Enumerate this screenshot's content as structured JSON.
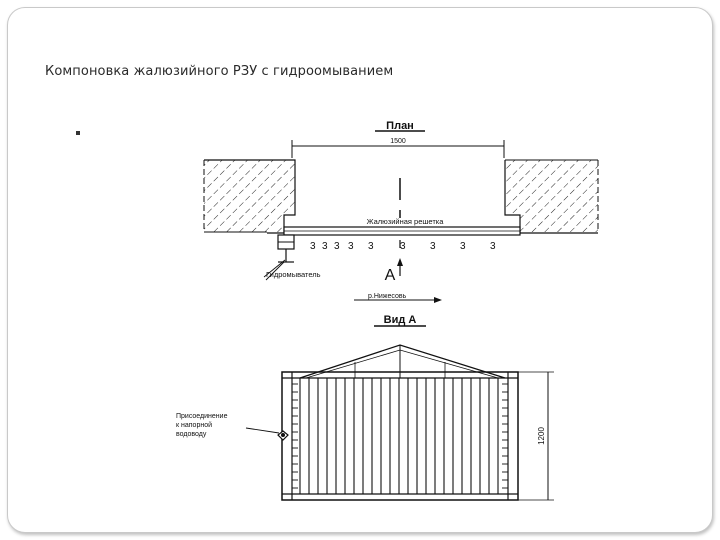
{
  "slide": {
    "title": "Компоновка жалюзийного РЗУ с гидроомыванием",
    "bullet_text": ""
  },
  "diagram": {
    "plan_title": "План",
    "width_dim": "1500",
    "grate_label": "Жалюзийная решетка",
    "washer_label": "Гидромыватель",
    "section_mark": "А",
    "river_label": "р.Нижесовь",
    "view_title": "Вид А",
    "connection_label": [
      "Присоединение",
      "к напорной",
      "водоводу"
    ],
    "height_dim": "1200"
  },
  "colors": {
    "ink": "#111111",
    "frame": "#c9c9c9"
  }
}
